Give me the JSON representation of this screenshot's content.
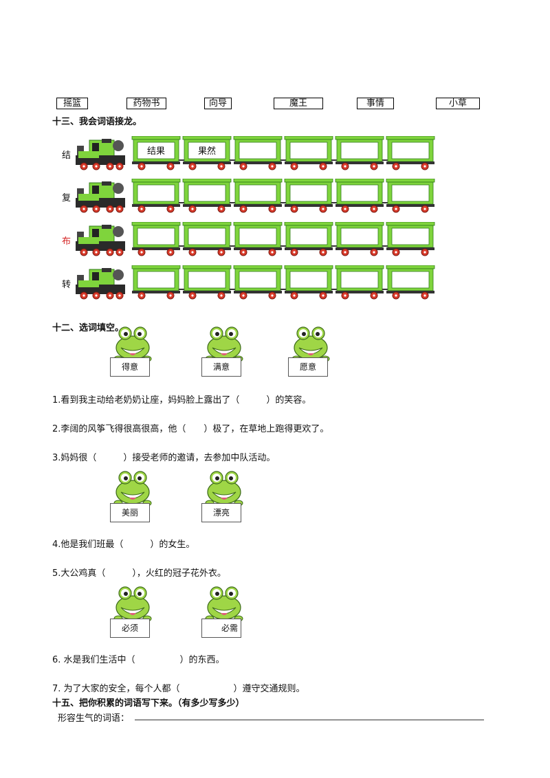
{
  "top_words": [
    "摇篮",
    "药物书",
    "向导",
    "魔王",
    "事情",
    "小草"
  ],
  "section13": {
    "title": "十三、我会词语接龙。",
    "rows": [
      {
        "label": "结",
        "cars": [
          "结果",
          "果然",
          "",
          "",
          "",
          ""
        ],
        "label_color": "#111111"
      },
      {
        "label": "复",
        "cars": [
          "",
          "",
          "",
          "",
          "",
          ""
        ],
        "label_color": "#111111"
      },
      {
        "label": "布",
        "cars": [
          "",
          "",
          "",
          "",
          "",
          ""
        ],
        "label_color": "#d42020"
      },
      {
        "label": "转",
        "cars": [
          "",
          "",
          "",
          "",
          "",
          ""
        ],
        "label_color": "#111111"
      }
    ]
  },
  "section12": {
    "title": "十二、选词填空。",
    "group1_words": [
      "得意",
      "满意",
      "愿意"
    ],
    "group1_sentences": [
      "1.看到我主动给老奶奶让座，妈妈脸上露出了（　　　）的笑容。",
      "2.李阔的风筝飞得很高很高，他（　　）极了，在草地上跑得更欢了。",
      "3.妈妈很（　　　）接受老师的邀请，去参加中队活动。"
    ],
    "group2_words": [
      "美丽",
      "漂亮"
    ],
    "group2_sentences": [
      "4.他是我们班最（　　　）的女生。",
      "5.大公鸡真（　　　），火红的冠子花外衣。"
    ],
    "group3_words": [
      "必须",
      "必需"
    ],
    "group3_sentences": [
      "6.  水是我们生活中（　　　　　）的东西。",
      "7.  为了大家的安全，每个人都（　　　　　　）遵守交通规则。"
    ]
  },
  "section15": {
    "title": "十五、把你积累的词语写下来。（有多少写多少）",
    "prompt": "形容生气的词语："
  },
  "colors": {
    "train_green": "#7fd43c",
    "train_dark": "#2f7a1a",
    "wheel_red": "#d93a2a",
    "frog_green": "#9fd646"
  }
}
